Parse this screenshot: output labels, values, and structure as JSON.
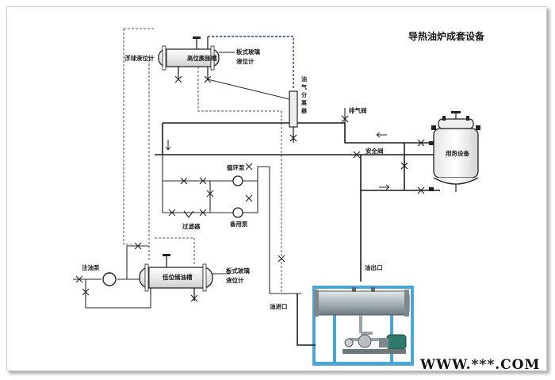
{
  "title": "导热油炉成套设备",
  "labels": {
    "floating_level_gauge": "浮球液位计",
    "high_expansion_tank": "高位膨胀槽",
    "plate_glass_gauge_top_1": "板式玻璃",
    "plate_glass_gauge_top_2": "液位计",
    "oil_gas_separator": [
      "油",
      "气",
      "分",
      "离",
      "器"
    ],
    "exhaust_valve": "排气阀",
    "safety_valve": "安全阀",
    "heat_user": "用热设备",
    "circulation_pump": "循环泵",
    "standby_pump": "备用泵",
    "filter": "过滤器",
    "oil_injection_pump": "注油泵",
    "low_storage_tank": "低位储油槽",
    "plate_glass_gauge_bottom_1": "板式玻璃",
    "plate_glass_gauge_bottom_2": "液位计",
    "oil_outlet": "油出口",
    "oil_inlet": "油进口"
  },
  "watermark": "WWW.***.COM",
  "colors": {
    "pipe": "#1c1c1c",
    "vessel_fill": "#f2f2f2",
    "furnace_body": "#a9b3b9",
    "furnace_frame": "#4aa6d6",
    "dashed_blue": "#2d3a8c"
  }
}
